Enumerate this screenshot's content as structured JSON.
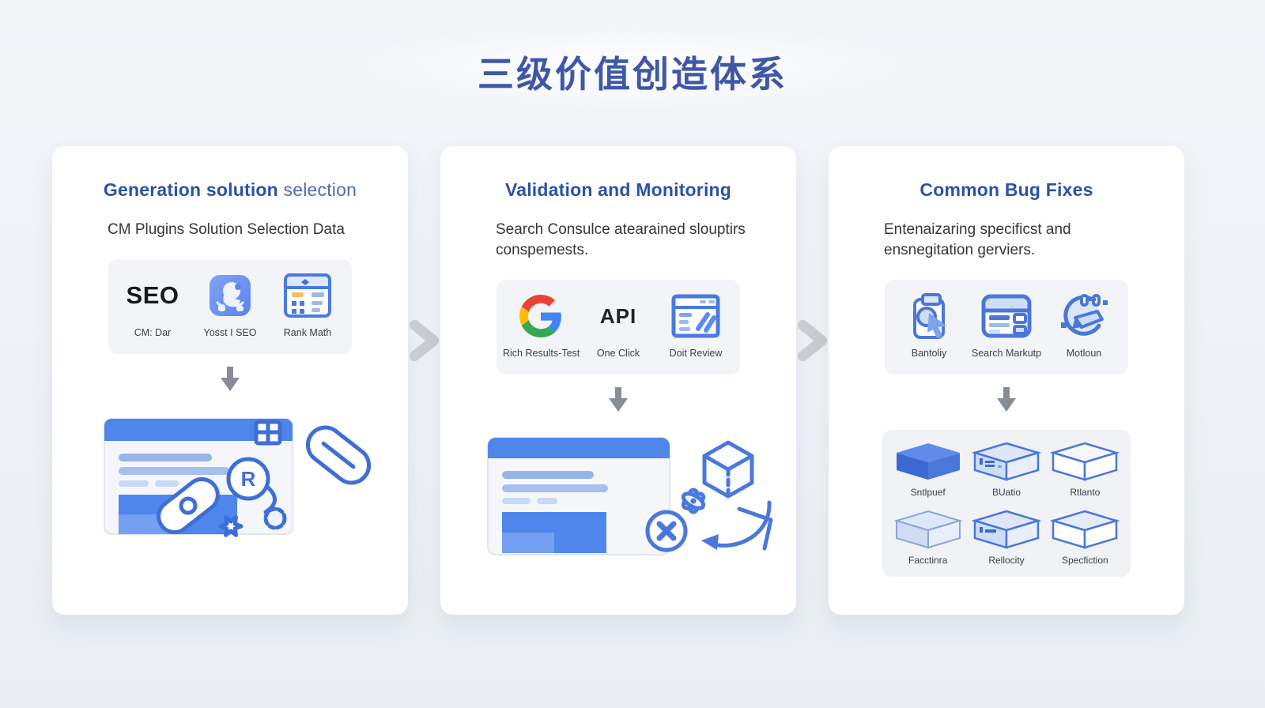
{
  "title": "三级价值创造体系",
  "colors": {
    "title_blue": "#3f57a7",
    "heading_blue": "#2b52a8",
    "heading_light_blue": "#4f6cb3",
    "body_text": "#33373c",
    "icon_blue": "#3e6fd6",
    "panel_bg": "#f3f4f7",
    "arrow_gray": "#878d94",
    "chevron_gray": "#c9ccd1",
    "google_red": "#EA4335",
    "google_blue": "#4285F4",
    "google_yellow": "#FBBC05",
    "google_green": "#34A853"
  },
  "cards": [
    {
      "heading_strong": "Generation solution",
      "heading_light": " selection",
      "subtitle": "CM Plugins Solution Selection Data",
      "tools": [
        {
          "icon": "seo-text-logo",
          "icon_text": "SEO",
          "label": "CM: Dar"
        },
        {
          "icon": "yoast-bird-icon",
          "label": "Yosst I SEO"
        },
        {
          "icon": "rank-math-panel-icon",
          "label": "Rank Math"
        }
      ]
    },
    {
      "heading_strong": "Validation and Monitoring",
      "heading_light": "",
      "subtitle": "Search Consulce atearained slouptirs conspemests.",
      "tools": [
        {
          "icon": "google-g-icon",
          "label": "Rich Results-Test"
        },
        {
          "icon": "api-text-logo",
          "icon_text": "API",
          "label": "One Click"
        },
        {
          "icon": "review-window-icon",
          "label": "Doit Review"
        }
      ]
    },
    {
      "heading_strong": "Common Bug Fixes",
      "heading_light": "",
      "subtitle": "Entenaizaring specificst and ensnegitation gerviers.",
      "tools": [
        {
          "icon": "clipboard-cursor-icon",
          "label": "Bantoliy"
        },
        {
          "icon": "search-markup-icon",
          "label": "Search Markutp"
        },
        {
          "icon": "rotate-pencil-icon",
          "label": "Motloun"
        }
      ],
      "boxes": [
        {
          "label": "Sntlpuef",
          "variant": "solid-blue"
        },
        {
          "label": "BUatio",
          "variant": "ports"
        },
        {
          "label": "Rtlanto",
          "variant": "outline"
        },
        {
          "label": "Facctinra",
          "variant": "light"
        },
        {
          "label": "Rellocity",
          "variant": "ports"
        },
        {
          "label": "Specfiction",
          "variant": "outline-light"
        }
      ]
    }
  ]
}
